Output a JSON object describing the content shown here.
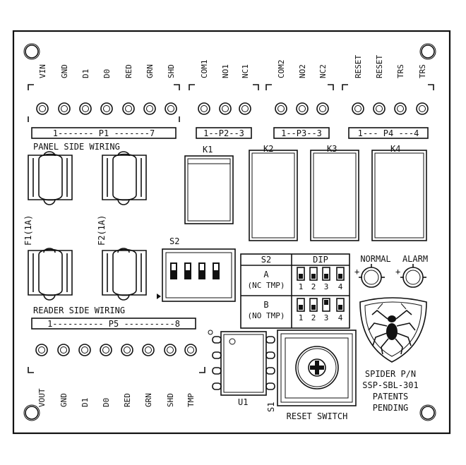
{
  "terminals": {
    "p1": {
      "label": "1------- P1 -------7",
      "pins": [
        "VIN",
        "GND",
        "D1",
        "D0",
        "RED",
        "GRN",
        "SHD"
      ]
    },
    "p2": {
      "label": "1--P2--3",
      "pins": [
        "COM1",
        "NO1",
        "NC1"
      ]
    },
    "p3": {
      "label": "1--P3--3",
      "pins": [
        "COM2",
        "NO2",
        "NC2"
      ]
    },
    "p4": {
      "label": "1--- P4 ---4",
      "pins": [
        "RESET",
        "RESET",
        "TRS",
        "TRS"
      ]
    },
    "p5": {
      "label": "1---------- P5 ----------8",
      "pins": [
        "VOUT",
        "GND",
        "D1",
        "D0",
        "RED",
        "GRN",
        "SHD",
        "TMP"
      ]
    }
  },
  "sections": {
    "panel_side": "PANEL SIDE WIRING",
    "reader_side": "READER SIDE WIRING"
  },
  "fuses": {
    "f1": "F1(1A)",
    "f2": "F2(1A)"
  },
  "relays": {
    "k1": "K1",
    "k2": "K2",
    "k3": "K3",
    "k4": "K4"
  },
  "dip": {
    "designator": "S2",
    "table_header": "S2",
    "table_dip": "DIP",
    "row_a_1": "A",
    "row_a_2": "(NC TMP)",
    "row_b_1": "B",
    "row_b_2": "(NO TMP)",
    "numbers_a": [
      "1",
      "2",
      "3",
      "4"
    ],
    "numbers_b": [
      "1",
      "2",
      "3",
      "4"
    ]
  },
  "leds": {
    "normal": "NORMAL",
    "alarm": "ALARM",
    "plus_1": "+",
    "plus_2": "+"
  },
  "ic": {
    "label": "U1"
  },
  "reset_switch": {
    "designator": "S1",
    "label": "RESET SWITCH"
  },
  "brand": {
    "line1": "SPIDER P/N",
    "line2": "SSP-SBL-301",
    "line3": "PATENTS",
    "line4": "PENDING"
  }
}
